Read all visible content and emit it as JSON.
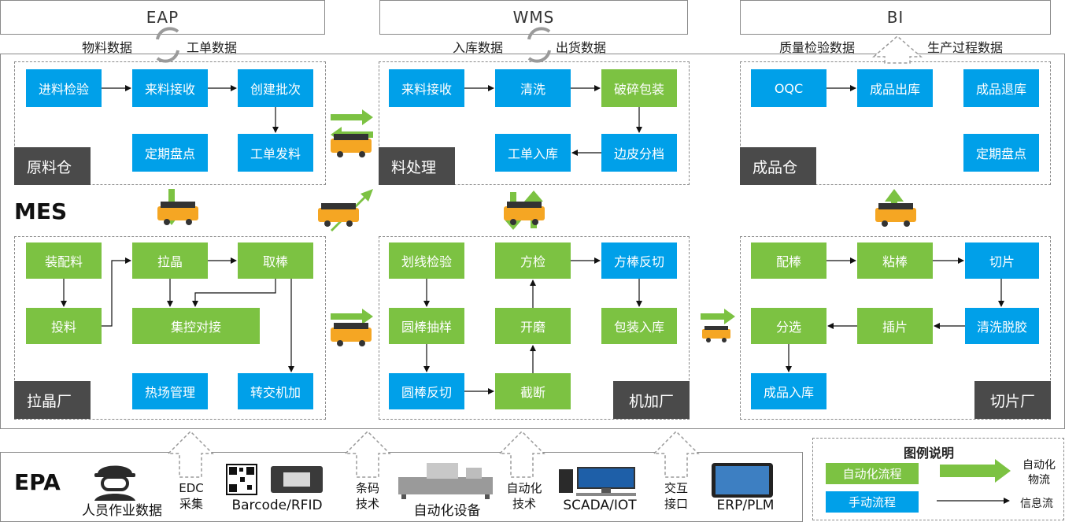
{
  "top": {
    "eap": {
      "title": "EAP",
      "left": "物料数据",
      "right": "工单数据"
    },
    "wms": {
      "title": "WMS",
      "left": "入库数据",
      "right": "出货数据"
    },
    "bi": {
      "title": "BI",
      "left": "质量检验数据",
      "right": "生产过程数据"
    }
  },
  "mes_label": "MES",
  "zones": {
    "raw": "原料仓",
    "material": "料处理",
    "finished": "成品仓",
    "pulling": "拉晶厂",
    "machining": "机加厂",
    "slicing": "切片厂"
  },
  "nodes": {
    "incoming_inspection": "进料检验",
    "incoming_receive": "来料接收",
    "create_batch": "创建批次",
    "periodic_count_raw": "定期盘点",
    "work_order_issue": "工单发料",
    "mat_receive": "来料接收",
    "clean": "清洗",
    "crush_pack": "破碎包装",
    "work_order_store": "工单入库",
    "edge_grade": "边皮分档",
    "oqc": "OQC",
    "fg_out": "成品出库",
    "fg_return": "成品退库",
    "periodic_count_fg": "定期盘点",
    "assemble": "装配料",
    "pull_crystal": "拉晶",
    "take_rod": "取棒",
    "feed": "投料",
    "central_link": "集控对接",
    "thermal": "热场管理",
    "transfer_machining": "转交机加",
    "line_inspect": "划线检验",
    "sq_inspect": "方检",
    "sq_cut": "方棒反切",
    "round_sample": "圆棒抽样",
    "grind": "开磨",
    "pack_store": "包装入库",
    "round_cut": "圆棒反切",
    "truncate": "截断",
    "match_rod": "配棒",
    "glue_rod": "粘棒",
    "slice": "切片",
    "sort": "分选",
    "insert": "插片",
    "wash_degum": "清洗脱胶",
    "fg_store": "成品入库"
  },
  "epa": {
    "title": "EPA",
    "items": [
      "人员作业数据",
      "Barcode/RFID",
      "自动化设备",
      "SCADA/IOT",
      "ERP/PLM"
    ],
    "tech": [
      [
        "EDC",
        "采集"
      ],
      [
        "条码",
        "技术"
      ],
      [
        "自动化",
        "技术"
      ],
      [
        "交互",
        "接口"
      ]
    ]
  },
  "legend": {
    "title": "图例说明",
    "auto": "自动化流程",
    "manual": "手动流程",
    "auto_flow": [
      "自动化",
      "物流"
    ],
    "info_flow": "信息流"
  },
  "colors": {
    "blue": "#00a0e9",
    "green": "#7cc242",
    "zone": "#4a4a4a",
    "agv": "#f5a623"
  }
}
